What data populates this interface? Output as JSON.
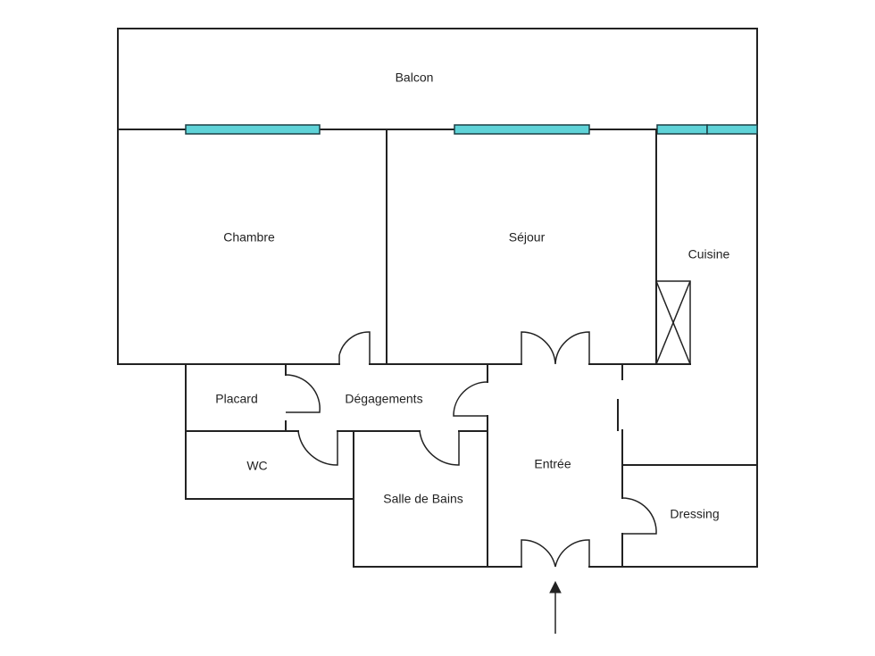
{
  "rooms": {
    "balcon": "Balcon",
    "chambre": "Chambre",
    "sejour": "Séjour",
    "cuisine": "Cuisine",
    "placard": "Placard",
    "degagements": "Dégagements",
    "wc": "WC",
    "salle_de_bains": "Salle de Bains",
    "entree": "Entrée",
    "dressing": "Dressing"
  },
  "colors": {
    "wall": "#222222",
    "window": "#5fd3d8"
  }
}
